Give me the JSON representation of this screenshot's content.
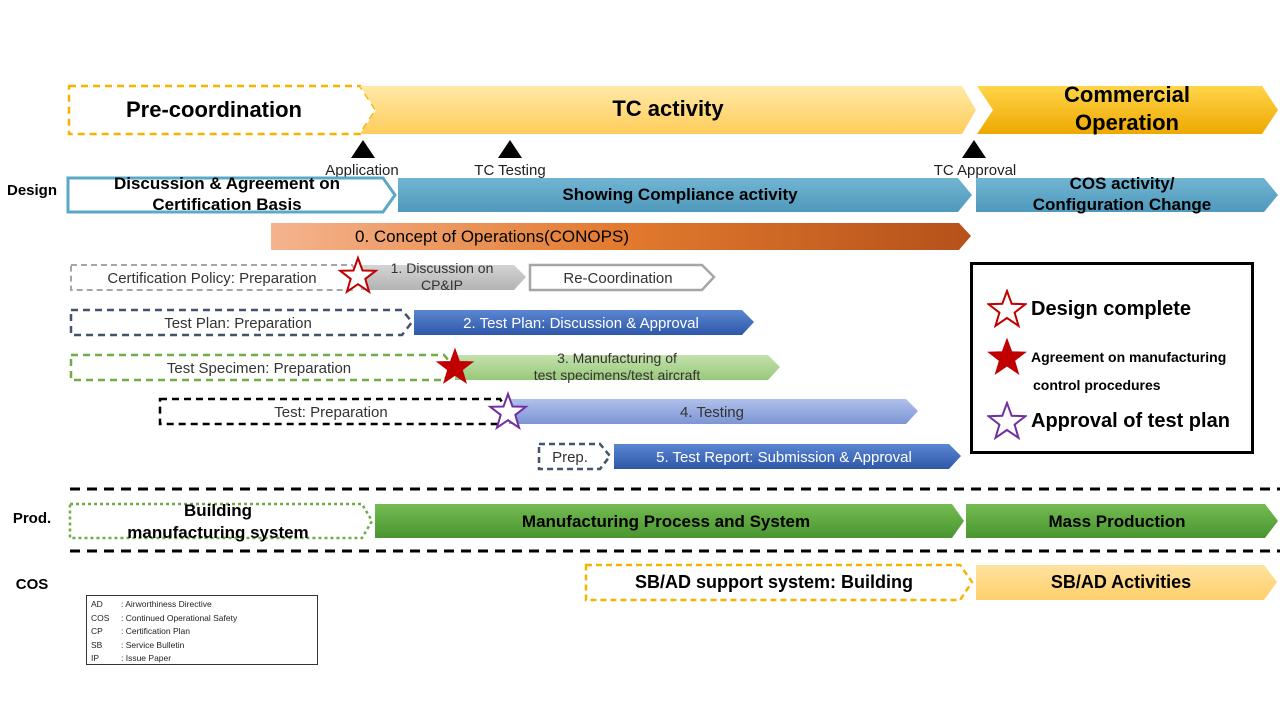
{
  "phases": {
    "pre_coordination": "Pre-coordination",
    "tc_activity": "TC activity",
    "commercial_operation_line1": "Commercial",
    "commercial_operation_line2": "Operation"
  },
  "milestones": {
    "application": "Application",
    "tc_testing": "TC Testing",
    "tc_approval": "TC Approval"
  },
  "rows": {
    "design": "Design",
    "prod": "Prod.",
    "cos": "COS"
  },
  "design": {
    "discussion_line1": "Discussion & Agreement on",
    "discussion_line2": "Certification Basis",
    "showing_compliance": "Showing Compliance activity",
    "cos_activity_line1": "COS activity/",
    "cos_activity_line2": "Configuration Change",
    "conops": "0. Concept of Operations(CONOPS)",
    "cert_policy_prep": "Certification Policy: Preparation",
    "discussion_cp_line1": "1. Discussion  on",
    "discussion_cp_line2": "CP&IP",
    "re_coordination": "Re-Coordination",
    "test_plan_prep": "Test Plan: Preparation",
    "test_plan_approval": "2. Test Plan: Discussion & Approval",
    "test_specimen_prep": "Test Specimen: Preparation",
    "manufacturing_line1": "3. Manufacturing of",
    "manufacturing_line2": "test specimens/test aircraft",
    "test_prep": "Test: Preparation",
    "testing": "4. Testing",
    "prep": "Prep.",
    "test_report": "5. Test Report: Submission & Approval"
  },
  "production": {
    "building_line1": "Building",
    "building_line2": "manufacturing system",
    "manufacturing_process": "Manufacturing Process and System",
    "mass_production": "Mass Production"
  },
  "cos_row": {
    "sbad_building": "SB/AD support system: Building",
    "sbad_activities": "SB/AD Activities"
  },
  "legend": {
    "design_complete": "Design complete",
    "agreement_line1": "Agreement on manufacturing",
    "agreement_line2": "control procedures",
    "approval_test_plan": "Approval of test plan"
  },
  "abbreviations": [
    {
      "key": "AD",
      "value": ": Airworthiness  Directive"
    },
    {
      "key": "COS",
      "value": ": Continued  Operational  Safety"
    },
    {
      "key": "CP",
      "value": ": Certification  Plan"
    },
    {
      "key": "SB",
      "value": ": Service Bulletin"
    },
    {
      "key": "IP",
      "value": ": Issue Paper"
    }
  ],
  "colors": {
    "tc_yellow": "#FFD36B",
    "commercial_gold": "#F5B800",
    "compliance_blue": "#5BA8C8",
    "conops_orange": "#E37A2F",
    "test_blue": "#3F6EC0",
    "light_blue": "#8FA6DD",
    "green": "#5DA83F",
    "light_green": "#A9D18E",
    "grey": "#BFBFBF",
    "star_red": "#C00000",
    "star_purple": "#7030A0"
  }
}
